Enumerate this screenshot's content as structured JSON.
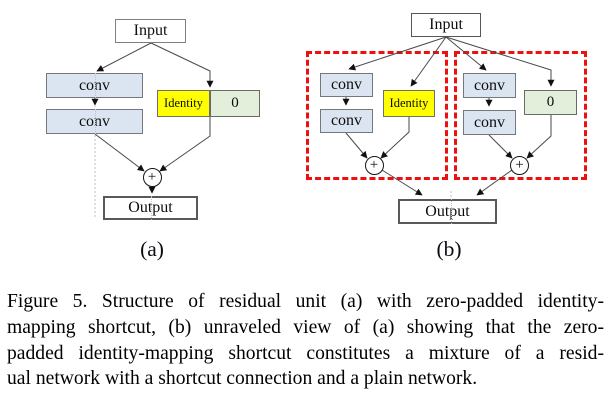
{
  "figure": {
    "diagram_a": {
      "label": "(a)",
      "input": "Input",
      "conv1": "conv",
      "conv2": "conv",
      "identity": "Identity",
      "zero": "0",
      "plus": "+",
      "output": "Output"
    },
    "diagram_b": {
      "label": "(b)",
      "input": "Input",
      "output": "Output",
      "residual_branch": {
        "conv1": "conv",
        "conv2": "conv",
        "identity": "Identity",
        "plus": "+"
      },
      "plain_branch": {
        "conv1": "conv",
        "conv2": "conv",
        "zero": "0",
        "plus": "+"
      }
    },
    "colors": {
      "conv_fill": "#dbe5f1",
      "identity_fill": "#ffff00",
      "zero_fill": "#e3efda",
      "dashed_box": "#ee0f0f"
    }
  },
  "caption": {
    "lines": [
      "Figure 5. Structure of residual unit (a) with zero-padded identity-",
      "mapping shortcut, (b) unraveled view of (a) showing that the zero-",
      "padded identity-mapping shortcut constitutes a mixture of a resid-",
      "ual network with a shortcut connection and a plain network."
    ],
    "full_text": "Figure 5. Structure of residual unit (a) with zero-padded identity-mapping shortcut, (b) unraveled view of (a) showing that the zero-padded identity-mapping shortcut constitutes a mixture of a residual network with a shortcut connection and a plain network."
  }
}
